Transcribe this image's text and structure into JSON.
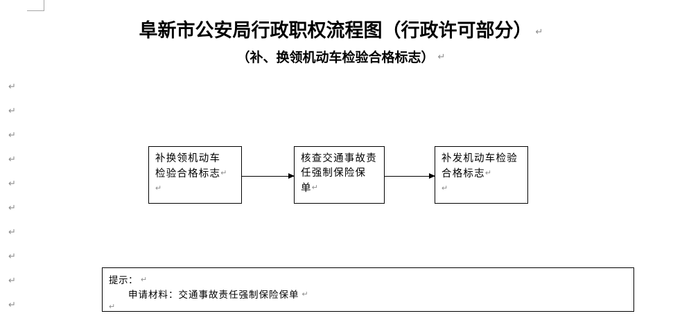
{
  "document": {
    "title_main": "阜新市公安局行政职权流程图（行政许可部分）",
    "title_sub": "（补、换领机动车检验合格标志）",
    "paragraph_mark": "↵"
  },
  "flowchart": {
    "type": "process-flow",
    "boxes": [
      {
        "id": "box-1",
        "name": "apply-renew-inspection-mark",
        "lines": [
          "补换领机动车",
          "检验合格标志"
        ],
        "trailing_mark": "↵",
        "empty_line_mark": "↵"
      },
      {
        "id": "box-2",
        "name": "verify-traffic-accident-insurance",
        "lines": [
          "核查交通事故责",
          "任强制保险保",
          "单"
        ],
        "trailing_mark": "↵",
        "empty_line_mark": ""
      },
      {
        "id": "box-3",
        "name": "reissue-inspection-mark",
        "lines": [
          "补发机动车检验",
          "合格标志"
        ],
        "trailing_mark": "↵",
        "empty_line_mark": "↵"
      }
    ],
    "arrows": [
      {
        "id": "arrow-1",
        "from": "box-1",
        "to": "box-2"
      },
      {
        "id": "arrow-2",
        "from": "box-2",
        "to": "box-3"
      }
    ]
  },
  "note": {
    "heading": "提示：",
    "heading_mark": "↵",
    "body": "申请材料：交通事故责任强制保险保单",
    "body_mark": "↵",
    "trailing_mark": "↵"
  },
  "margin_marks": {
    "glyph": "↵",
    "color": "#8c8c8c",
    "positions_y": [
      124,
      159,
      194,
      229,
      264,
      299,
      334,
      369,
      404,
      439
    ],
    "x": 12
  },
  "colors": {
    "page_background": "#ffffff",
    "text": "#000000",
    "border": "#000000",
    "pilcrow": "#8c8c8c",
    "margin_guide": "#a6a6a6"
  }
}
